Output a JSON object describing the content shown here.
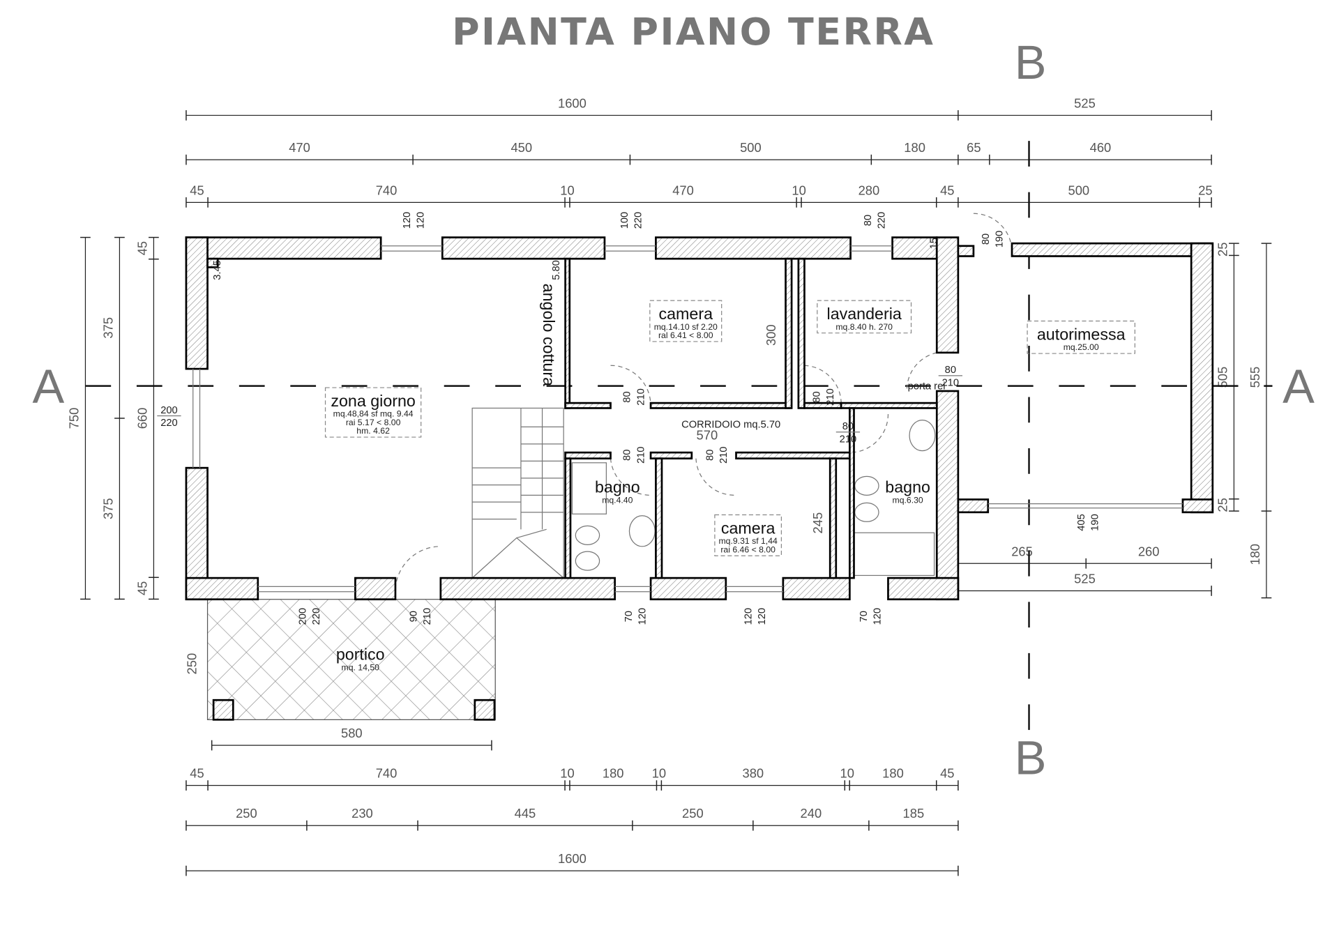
{
  "title": "PIANTA PIANO TERRA",
  "section_labels": {
    "a_left": "A",
    "a_right": "A",
    "b_top": "B",
    "b_bottom": "B"
  },
  "dimensions": {
    "top_total": [
      "1600",
      "525"
    ],
    "top_mid": [
      "470",
      "450",
      "500",
      "180",
      "65",
      "460"
    ],
    "top_detail": [
      "45",
      "740",
      "10",
      "470",
      "10",
      "280",
      "45",
      "500",
      "25"
    ],
    "bottom_detail": [
      "45",
      "740",
      "10",
      "180",
      "10",
      "380",
      "10",
      "180",
      "45"
    ],
    "bottom_mid": [
      "250",
      "230",
      "445",
      "250",
      "240",
      "185"
    ],
    "bottom_total": [
      "1600"
    ],
    "portico_width": [
      "580"
    ],
    "left_total": [
      "750"
    ],
    "left_mid": [
      "375",
      "375"
    ],
    "left_detail": [
      "45",
      "660",
      "45"
    ],
    "right_detail": [
      "25",
      "505",
      "25"
    ],
    "right_total": [
      "555",
      "180"
    ],
    "garage_split": [
      "265",
      "260"
    ],
    "garage_total": [
      "525"
    ]
  },
  "rooms": [
    {
      "name": "zona giorno",
      "lines": [
        "mq.48,84 sf mq. 9.44",
        "rai 5.17 < 8.00",
        "hm. 4.62"
      ]
    },
    {
      "name": "camera",
      "lines": [
        "mq.14.10 sf 2.20",
        "ral  6.41 < 8.00"
      ]
    },
    {
      "name": "lavanderia",
      "lines": [
        "mq.8.40 h. 270"
      ]
    },
    {
      "name": "autorimessa",
      "lines": [
        "mq.25.00"
      ]
    },
    {
      "name": "bagno",
      "lines": [
        "mq.4.40"
      ]
    },
    {
      "name": "camera",
      "lines": [
        "mq.9.31 sf 1,44",
        "rai  6.46 < 8.00"
      ]
    },
    {
      "name": "bagno",
      "lines": [
        "mq.6.30"
      ]
    },
    {
      "name": "portico",
      "lines": [
        "mq. 14,50"
      ]
    }
  ],
  "annotations": {
    "angolo_cottura": "angolo cottura",
    "corridoio": "CORRIDOIO mq.5.70",
    "corridoio_len": "570",
    "porta_rei": "porta rei",
    "h_345": "3.45",
    "h_580": "5.80",
    "d_300": "300",
    "d_245": "245",
    "d_250": "250"
  },
  "openings": [
    [
      "120",
      "120"
    ],
    [
      "100",
      "220"
    ],
    [
      "80",
      "220"
    ],
    [
      "80",
      "190"
    ],
    [
      "15"
    ],
    [
      "80",
      "210"
    ],
    [
      "80",
      "210"
    ],
    [
      "80",
      "210"
    ],
    [
      "80",
      "210"
    ],
    [
      "200",
      "220"
    ],
    [
      "90",
      "210"
    ],
    [
      "70",
      "120"
    ],
    [
      "120",
      "120"
    ],
    [
      "70",
      "120"
    ],
    [
      "405",
      "190"
    ]
  ],
  "stacked_openings": [
    [
      "80",
      "210"
    ],
    [
      "80",
      "210"
    ],
    [
      "200",
      "220"
    ]
  ]
}
